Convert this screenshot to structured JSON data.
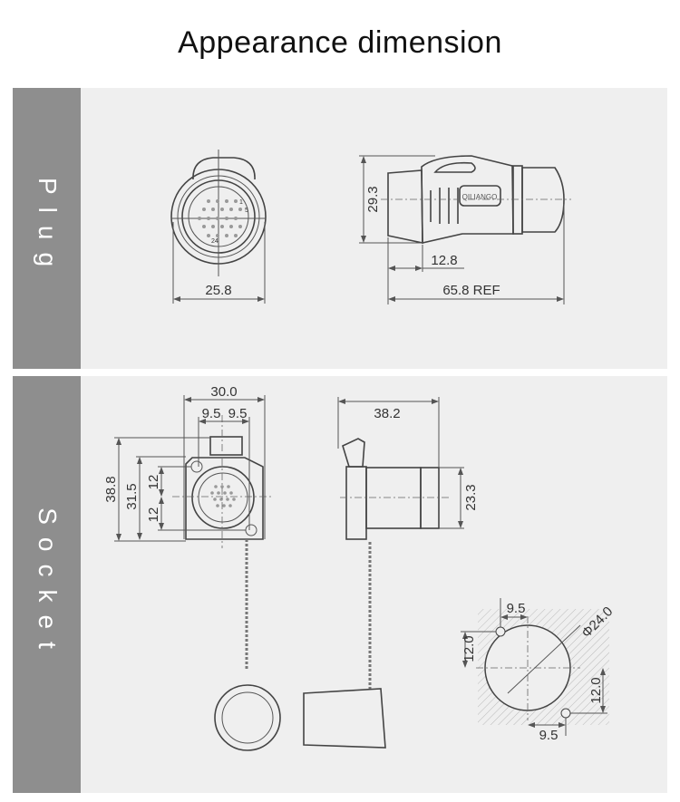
{
  "title": "Appearance dimension",
  "panels": {
    "plug": {
      "label": "Plug",
      "front": {
        "width": "25.8",
        "pin_labels": [
          "1",
          "5",
          "24"
        ]
      },
      "side": {
        "height": "29.3",
        "front_length": "12.8",
        "total_length": "65.8 REF",
        "brand": "QILIANGO"
      }
    },
    "socket": {
      "label": "Socket",
      "front": {
        "flange_width": "30.0",
        "hole_offset_left": "9.5",
        "hole_offset_right": "9.5",
        "flange_height": "38.8",
        "body_height": "31.5",
        "hole_offset_top": "12",
        "hole_offset_bottom": "12"
      },
      "side": {
        "length": "38.2",
        "diameter": "23.3"
      },
      "cutout": {
        "hole_offset_top": "9.5",
        "hole_offset_bottom": "9.5",
        "diameter": "Φ24.0",
        "vertical_offset_left": "12.0",
        "vertical_offset_right": "12.0"
      }
    }
  }
}
